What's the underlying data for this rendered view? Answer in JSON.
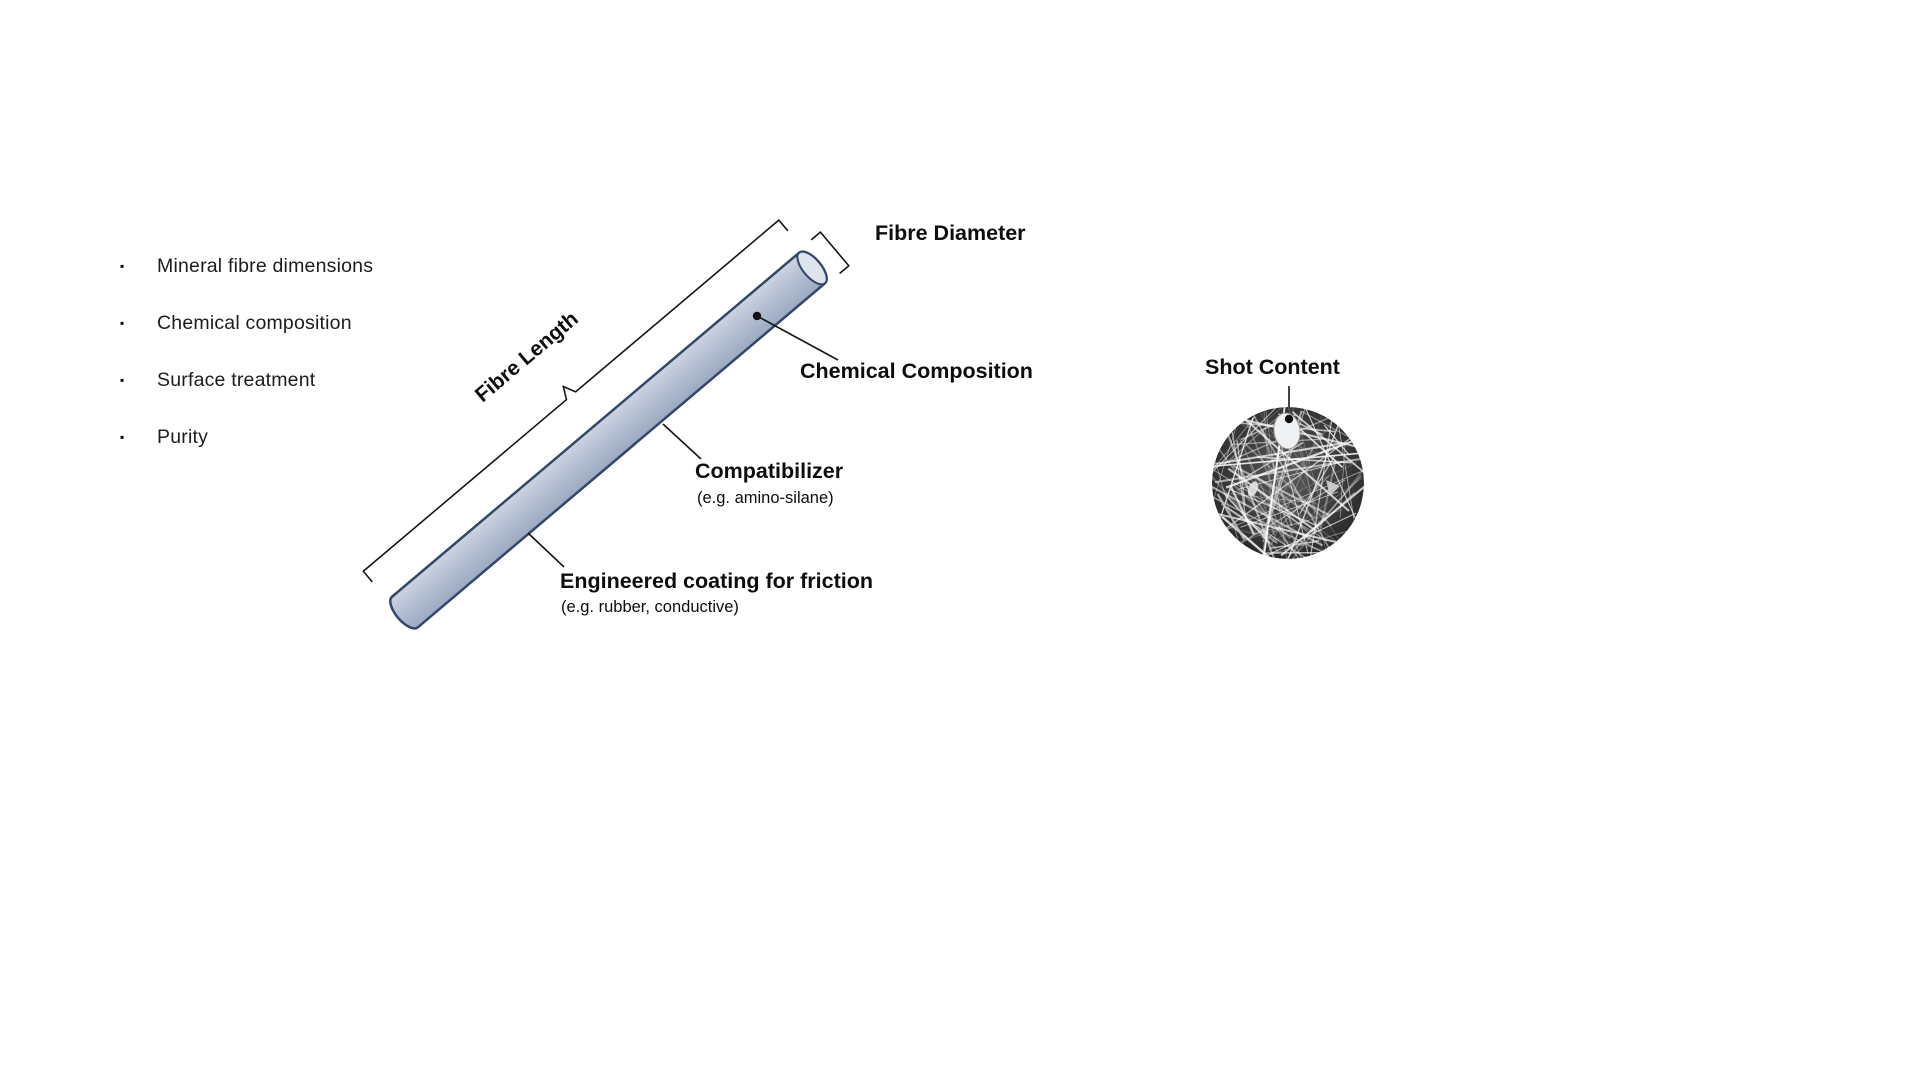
{
  "slide": {
    "background": "#ffffff"
  },
  "bullet_list": {
    "items": [
      "Mineral fibre dimensions",
      "Chemical composition",
      "Surface treatment",
      "Purity"
    ]
  },
  "fibre_diagram": {
    "fibre_length_label": "Fibre Length",
    "fibre_diameter_label": "Fibre Diameter",
    "chemical_composition_label": "Chemical Composition",
    "compatibilizer_label": "Compatibilizer",
    "compatibilizer_note": "(e.g. amino-silane)",
    "coating_label": "Engineered coating for friction",
    "coating_note": "(e.g. rubber,  conductive)",
    "colors": {
      "fibre_fill": "#b4bfd3",
      "fibre_end_fill": "#dee4ed",
      "fibre_outline": "#33476b",
      "annotation_line": "#161616"
    }
  },
  "sem_inset": {
    "label": "Shot Content"
  }
}
